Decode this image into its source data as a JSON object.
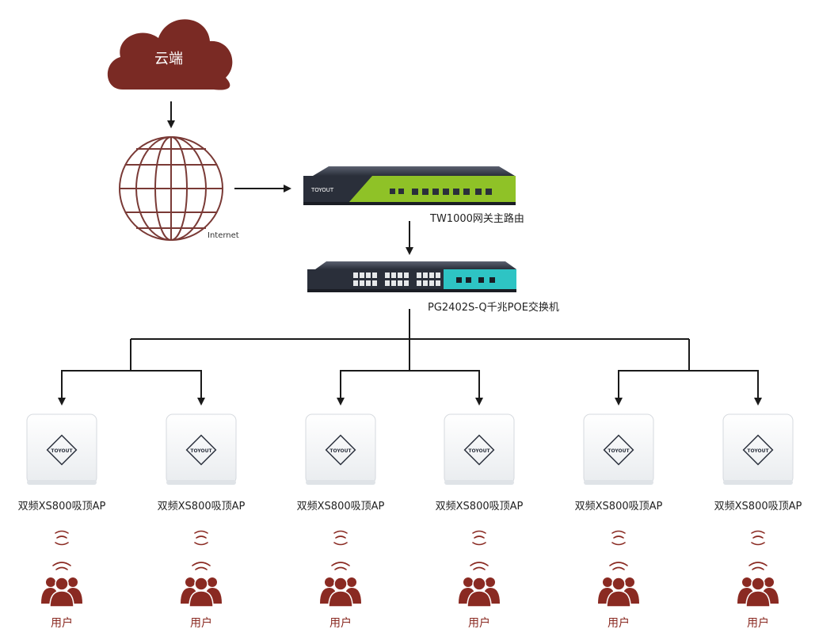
{
  "colors": {
    "cloud": "#7a2a24",
    "user": "#8a2a22",
    "globe": "#7a3a36",
    "line": "#1a1a1a",
    "router_accent": "#8fc227",
    "switch_accent": "#2ec4c4",
    "device_dark": "#2a2f3a"
  },
  "cloud": {
    "label": "云端",
    "icon": "cloud-icon"
  },
  "internet": {
    "label": "Internet",
    "icon": "globe-icon"
  },
  "router": {
    "label": "TW1000网关主路由",
    "icon": "router-device",
    "brand": "TOYOUT"
  },
  "switch": {
    "label": "PG2402S-Q千兆POE交换机",
    "icon": "switch-device"
  },
  "access_points": [
    {
      "label": "双频XS800吸顶AP",
      "logo": "TOYOUT",
      "user_label": "用户"
    },
    {
      "label": "双频XS800吸顶AP",
      "logo": "TOYOUT",
      "user_label": "用户"
    },
    {
      "label": "双频XS800吸顶AP",
      "logo": "TOYOUT",
      "user_label": "用户"
    },
    {
      "label": "双频XS800吸顶AP",
      "logo": "TOYOUT",
      "user_label": "用户"
    },
    {
      "label": "双频XS800吸顶AP",
      "logo": "TOYOUT",
      "user_label": "用户"
    },
    {
      "label": "双频XS800吸顶AP",
      "logo": "TOYOUT",
      "user_label": "用户"
    }
  ]
}
